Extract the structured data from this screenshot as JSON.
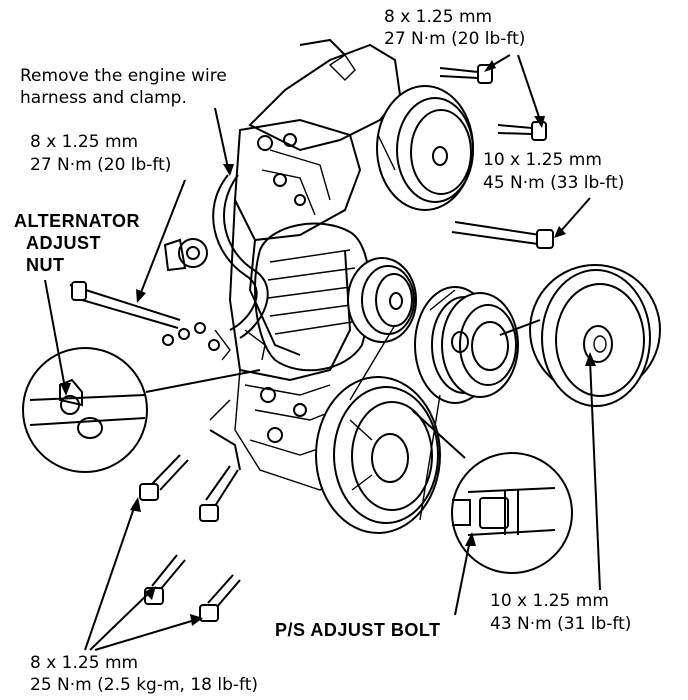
{
  "labels": {
    "top_spec_size": "8 x 1.25 mm",
    "top_spec_torque": "27 N·m (20 lb-ft)",
    "remove_harness_line1": "Remove the engine wire",
    "remove_harness_line2": "harness and clamp.",
    "left_spec_size": "8 x 1.25 mm",
    "left_spec_torque": "27 N·m (20 lb-ft)",
    "alt_adjust_line1": "ALTERNATOR",
    "alt_adjust_line2": "ADJUST",
    "alt_adjust_line3": "NUT",
    "right_upper_spec_size": "10 x 1.25 mm",
    "right_upper_spec_torque": "45 N·m (33 lb-ft)",
    "right_lower_spec_size": "10 x 1.25 mm",
    "right_lower_spec_torque": "43 N·m (31 lb-ft)",
    "ps_adjust_bolt": "P/S ADJUST BOLT",
    "bottom_spec_size": "8 x 1.25 mm",
    "bottom_spec_torque": "25 N·m (2.5 kg-m, 18 lb-ft)"
  },
  "colors": {
    "ink": "#000000",
    "paper": "#ffffff"
  }
}
